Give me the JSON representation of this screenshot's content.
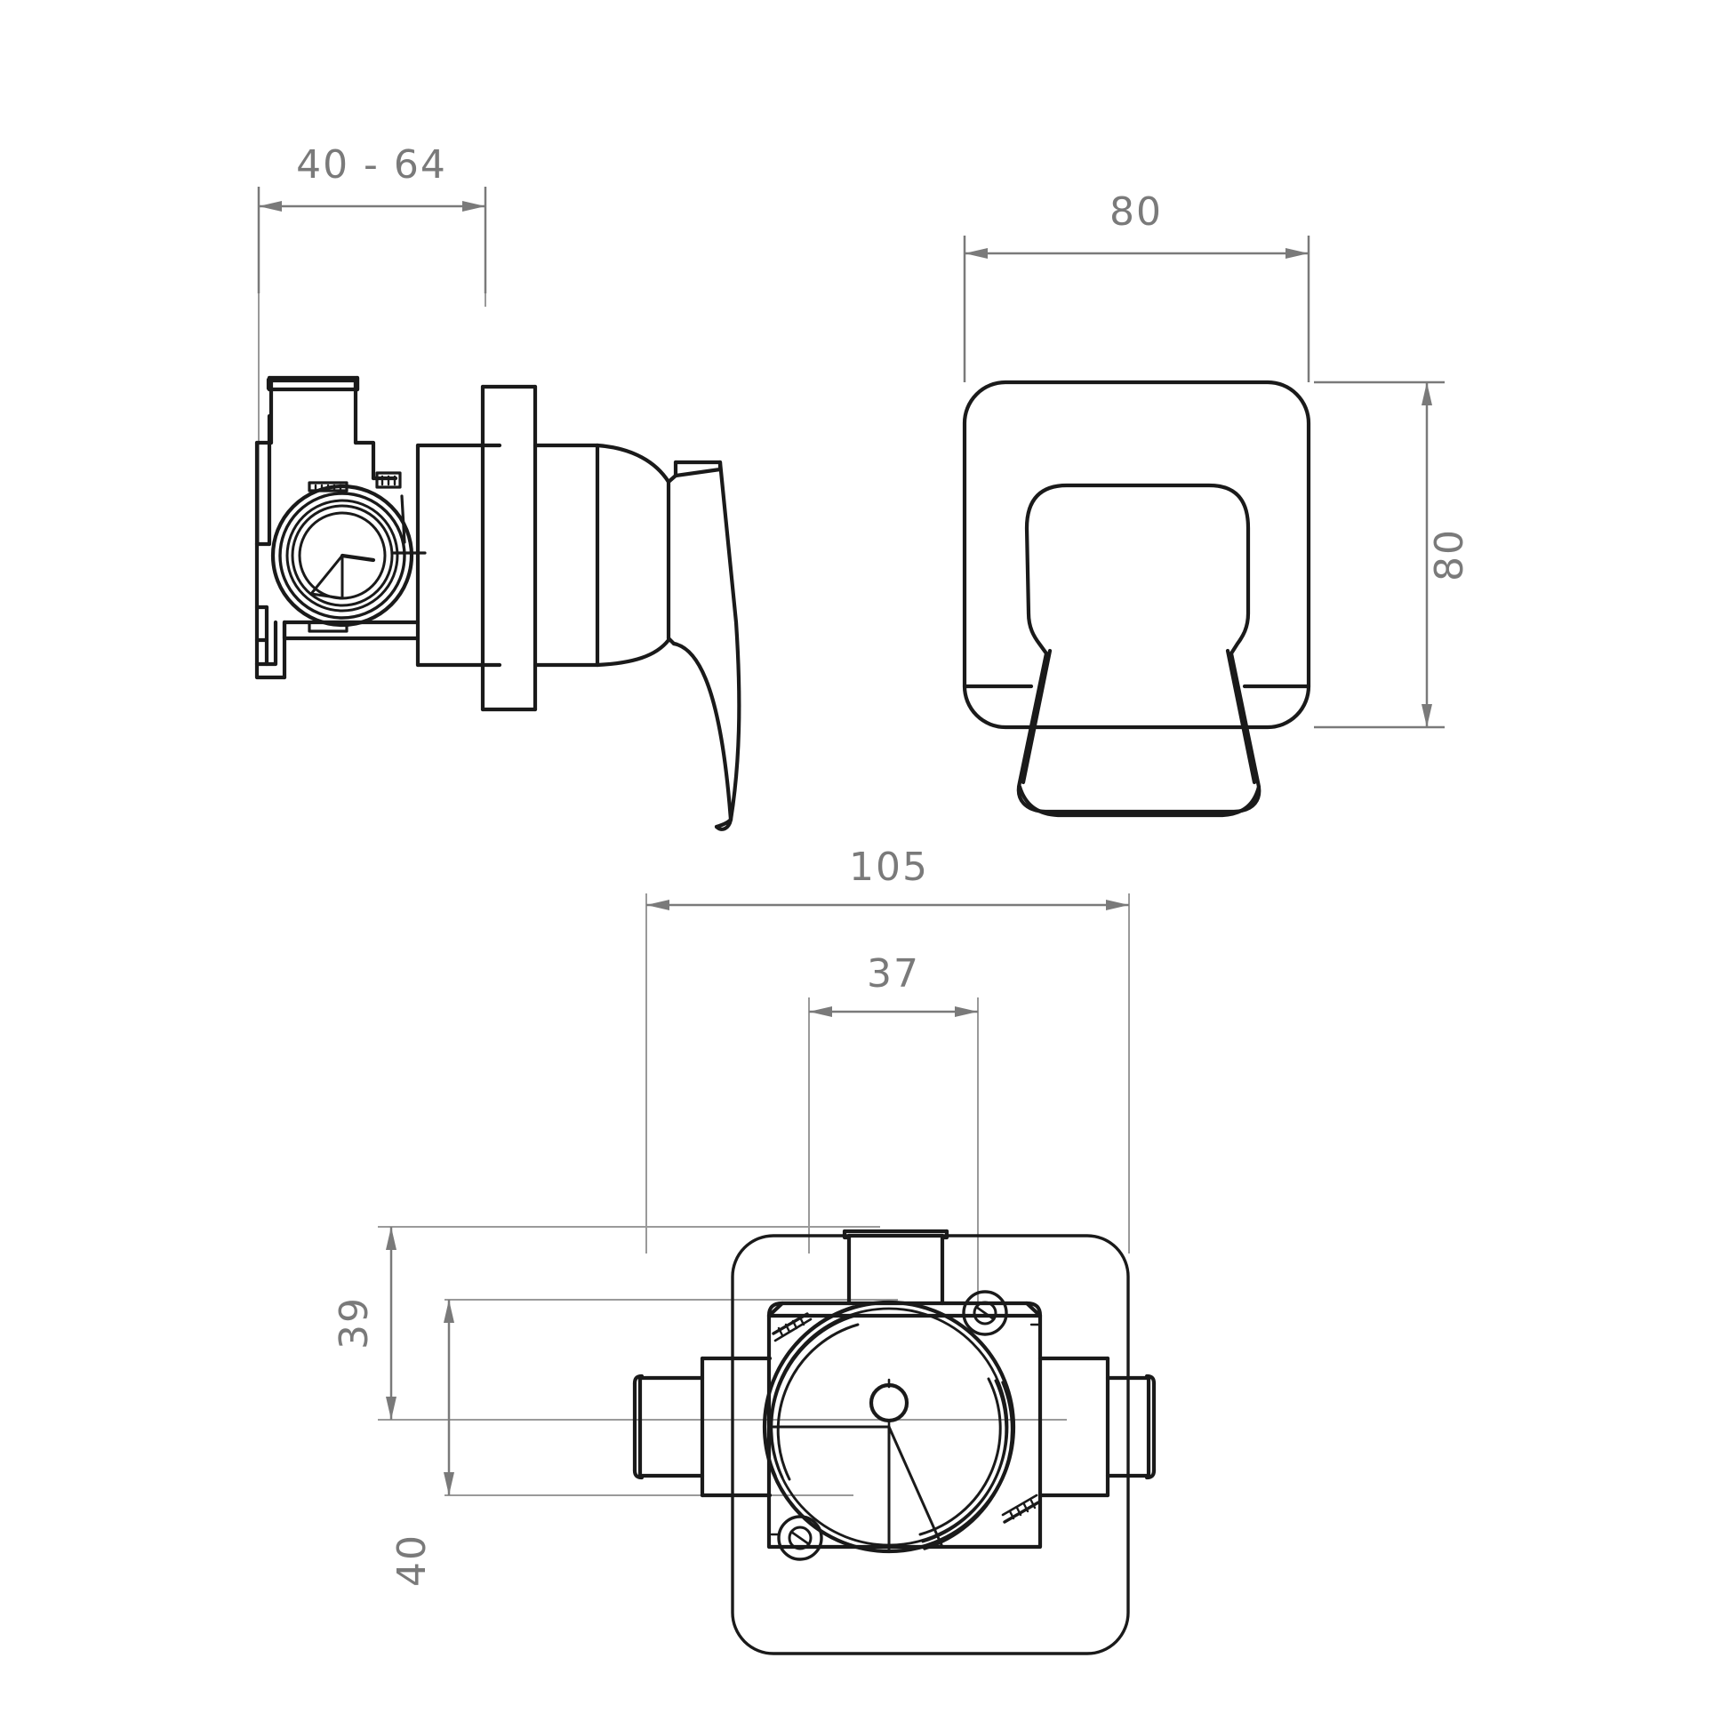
{
  "drawing": {
    "title": "Concealed shower mixer valve technical drawing",
    "units": "mm",
    "line_color": "#1a1a1a",
    "dim_color": "#7a7a7a",
    "background": "#ffffff"
  },
  "views": {
    "side_section": {
      "name": "side-section-view"
    },
    "front": {
      "name": "front-elevation-view"
    },
    "plan": {
      "name": "plan-top-view"
    }
  },
  "dimensions": {
    "wall_depth": "40 - 64",
    "plate_width": "80",
    "plate_height": "80",
    "body_width": "105",
    "spindle_offset": "37",
    "upper_offset": "39",
    "lower_offset": "40"
  }
}
